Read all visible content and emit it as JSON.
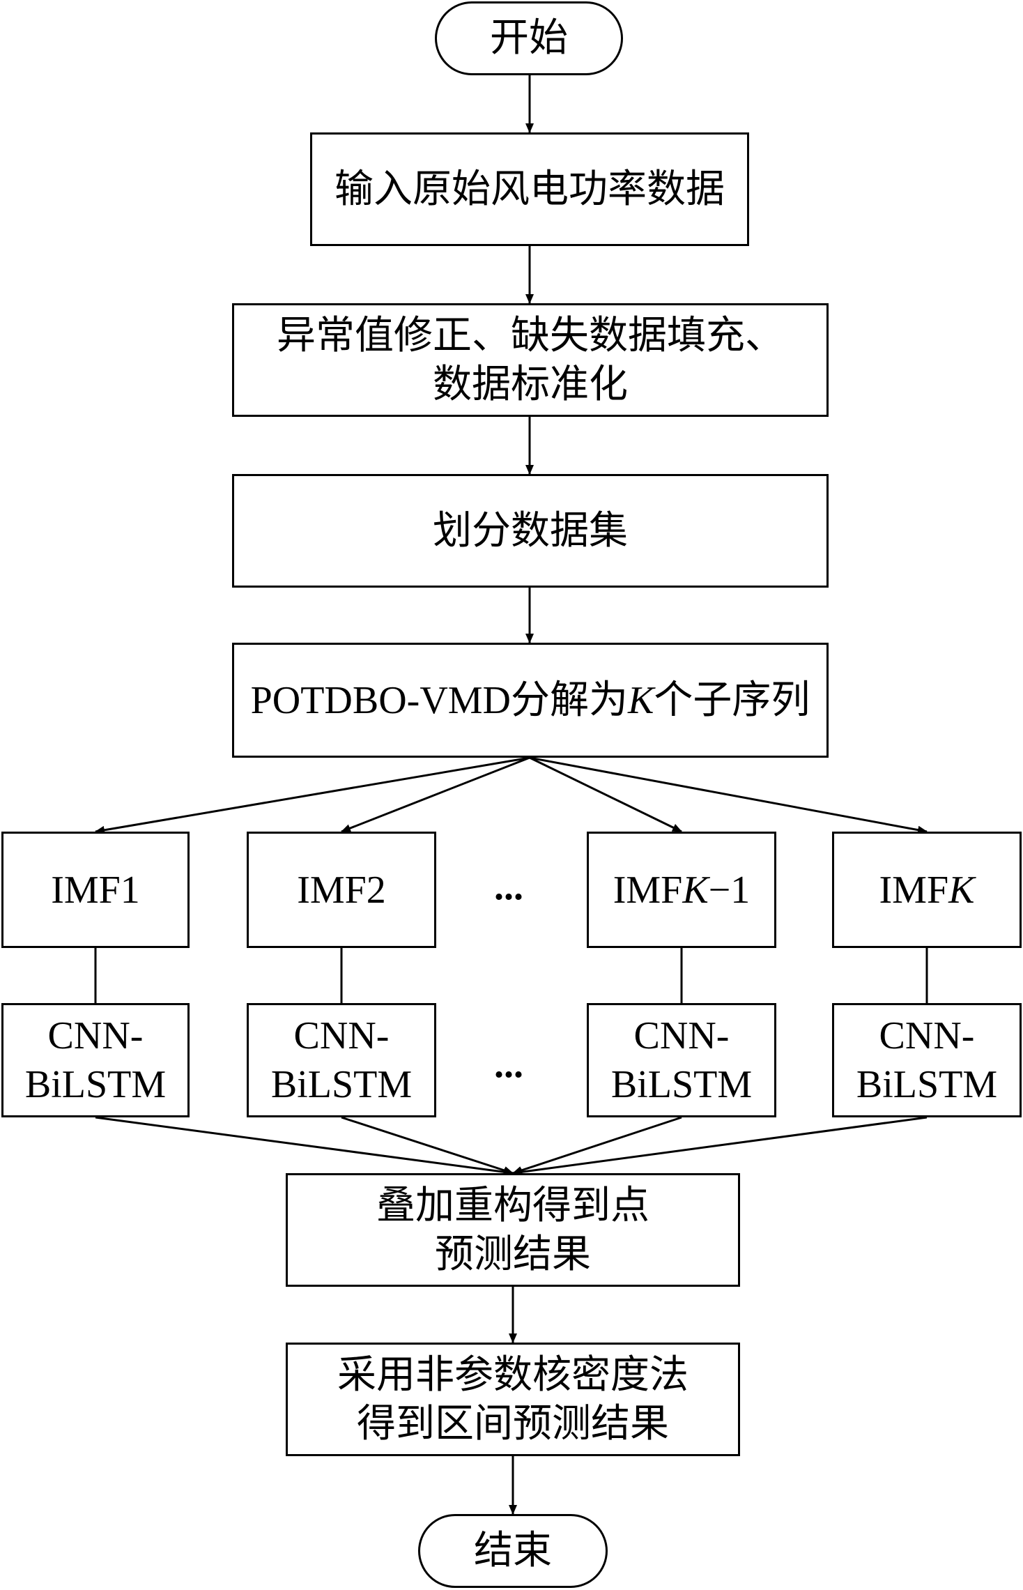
{
  "start": "开始",
  "input": "输入原始风电功率数据",
  "preprocess": [
    "异常值修正、缺失数据填充、",
    "数据标准化"
  ],
  "split": "划分数据集",
  "decompose": {
    "prefix": "POTDBO-VMD分解为",
    "k": "K",
    "suffix": "个子序列"
  },
  "imfs": [
    {
      "base": "IMF1",
      "k": "",
      "tail": ""
    },
    {
      "base": "IMF2",
      "k": "",
      "tail": ""
    },
    {
      "base": "IMF",
      "k": "K",
      "tail": "−1"
    },
    {
      "base": "IMF",
      "k": "K",
      "tail": ""
    }
  ],
  "ellipsis": "...",
  "model": [
    "CNN-",
    "BiLSTM"
  ],
  "reconstruct": [
    "叠加重构得到点",
    "预测结果"
  ],
  "kde": [
    "采用非参数核密度法",
    "得到区间预测结果"
  ],
  "end": "结束"
}
